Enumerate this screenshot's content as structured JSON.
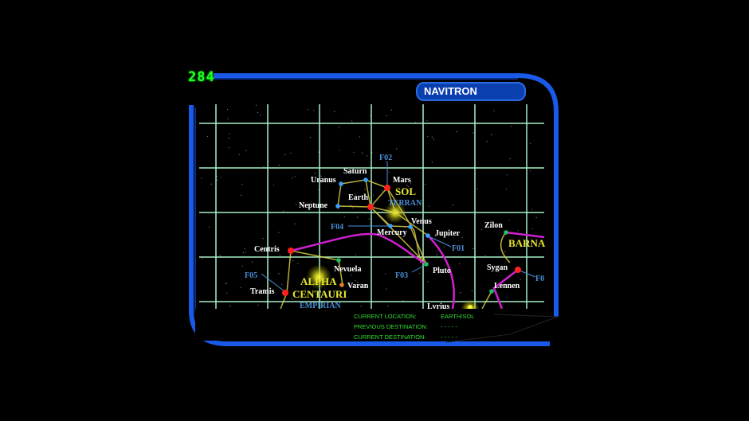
{
  "counter": "284",
  "title": "NAVITRON",
  "map": {
    "planets": [
      {
        "name": "Saturn",
        "color": "blue"
      },
      {
        "name": "Uranus",
        "color": "blue"
      },
      {
        "name": "Mars",
        "color": "red"
      },
      {
        "name": "Earth",
        "color": "red"
      },
      {
        "name": "Neptune",
        "color": "blue"
      },
      {
        "name": "Venus",
        "color": "blue"
      },
      {
        "name": "Mercury",
        "color": "blue"
      },
      {
        "name": "Jupiter",
        "color": "blue"
      },
      {
        "name": "Centris",
        "color": "red"
      },
      {
        "name": "Nevuela",
        "color": "green"
      },
      {
        "name": "Pluto",
        "color": "green"
      },
      {
        "name": "Varan",
        "color": "orange"
      },
      {
        "name": "Tramis",
        "color": "red"
      },
      {
        "name": "Lvrius",
        "color": "yellow"
      },
      {
        "name": "Zilon",
        "color": "green"
      },
      {
        "name": "Sygan",
        "color": "red"
      },
      {
        "name": "Lennen",
        "color": "green"
      }
    ],
    "fleets": [
      "F01",
      "F02",
      "F03",
      "F04",
      "F05",
      "F0"
    ],
    "systems": {
      "sol": "SOL",
      "terran": "TERRAN",
      "alpha1": "ALPHA",
      "alpha2": "CENTAURI",
      "empirian": "EMPIRIAN",
      "barna": "BARNA"
    }
  },
  "status": {
    "current_location_label": "CURRENT LOCATION:",
    "current_location": "EARTH/SOL",
    "previous_destination_label": "PREVIOUS DESTINATION:",
    "previous_destination": "- - - - -",
    "current_destination_label": "CURRENT DESTINATION:",
    "current_destination": "- - - - -"
  },
  "colors": {
    "frame": "#1a5ae8",
    "grid": "#a8f0c8",
    "route_yellow": "#d8d040",
    "route_magenta": "#d020d0",
    "status": "#33dd33"
  }
}
